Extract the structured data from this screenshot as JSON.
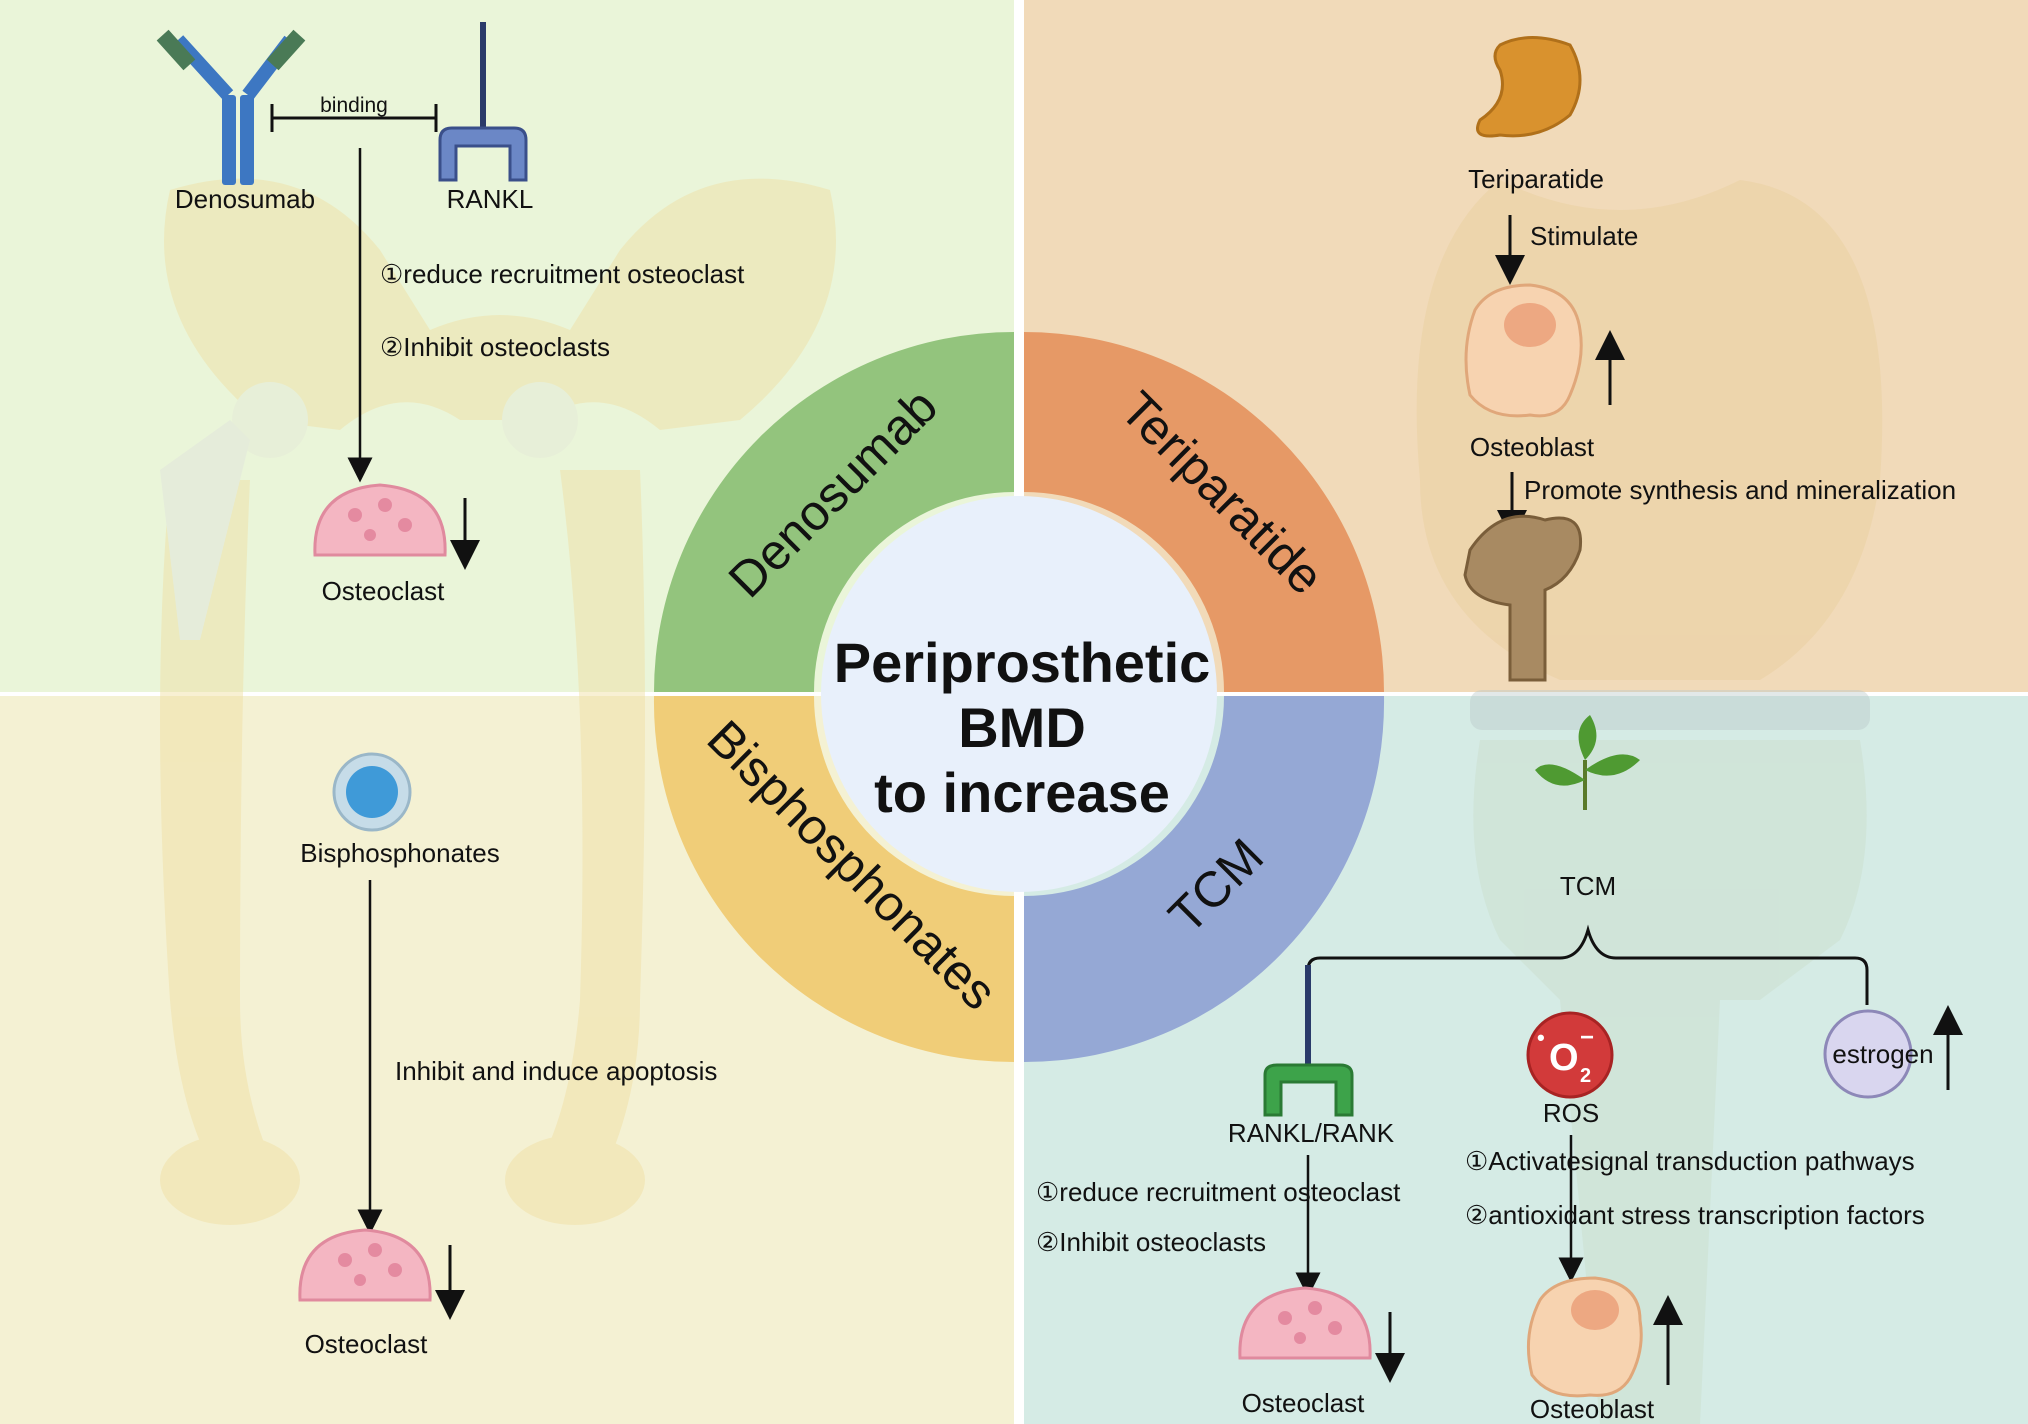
{
  "center": {
    "line1": "Periprosthetic",
    "line2": "BMD",
    "line3": "to increase"
  },
  "ring": {
    "denosumab": "Denosumab",
    "teriparatide": "Teriparatide",
    "bisphosphonates": "Bisphosphonates",
    "tcm": "TCM"
  },
  "denosumab_panel": {
    "drug": "Denosumab",
    "target": "RANKL",
    "relation": "binding",
    "effect1": "①reduce recruitment osteoclast",
    "effect2": "②Inhibit osteoclasts",
    "cell": "Osteoclast"
  },
  "teriparatide_panel": {
    "drug": "Teriparatide",
    "step1": "Stimulate",
    "cell": "Osteoblast",
    "step2": "Promote synthesis and mineralization"
  },
  "bisphosphonates_panel": {
    "drug": "Bisphosphonates",
    "effect": "Inhibit and induce apoptosis",
    "cell": "Osteoclast"
  },
  "tcm_panel": {
    "drug": "TCM",
    "receptor": "RANKL/RANK",
    "receptor_effect1": "①reduce recruitment osteoclast",
    "receptor_effect2": "②Inhibit osteoclasts",
    "receptor_cell": "Osteoclast",
    "ros_symbol": "O",
    "ros_sub": "2",
    "ros_sup": "−",
    "ros_dot": "•",
    "ros_label": "ROS",
    "ros_effect1": "①Activatesignal transduction pathways",
    "ros_effect2": "②antioxidant stress transcription factors",
    "ros_cell": "Osteoblast",
    "hormone": "estrogen"
  },
  "colors": {
    "denosumab": "#93c47d",
    "teriparatide": "#e69966",
    "bisphosphonates": "#f0cd78",
    "tcm": "#95a8d5",
    "center": "#e8f0fb",
    "bg_topleft": "#eaf5d9",
    "bg_topright": "#f1dab9",
    "bg_bottomleft": "#f4f1d3",
    "bg_bottomright": "#d5ebe5"
  }
}
